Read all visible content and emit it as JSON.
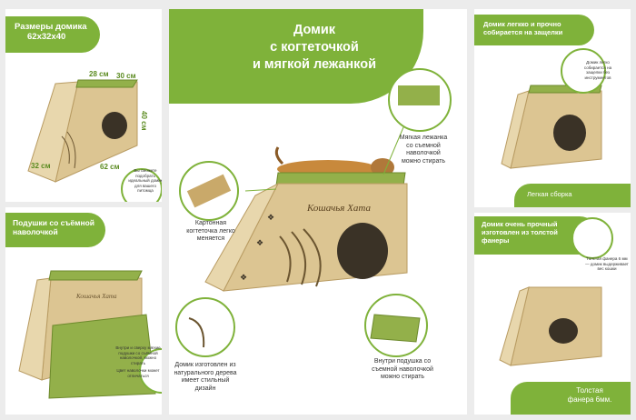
{
  "left_top": {
    "title_line1": "Размеры домика",
    "title_line2": "62х32х40",
    "dim_28": "28 см",
    "dim_30": "30 см",
    "dim_40": "40 см",
    "dim_32": "32 см",
    "dim_62": "62 см",
    "note": "Вы сможете подобрать идеальный домик для вашего питомца"
  },
  "left_bottom": {
    "title_line1": "Подушки со съёмной",
    "title_line2": "наволочкой",
    "note1": "Внутри и сверху мягкие подушки со съёмной наволочкой, можно стирать",
    "note2": "Цвет наволочки может отличаться"
  },
  "center": {
    "title_line1": "Домик",
    "title_line2": "с когтеточкой",
    "title_line3": "и мягкой лежанкой",
    "brand": "Кошачья Хата",
    "cap_scratch": "Картонная когтеточка легко меняется",
    "cap_pad": "Мягкая лежанка со съемной наволочкой можно стирать",
    "cap_wood": "Домик изготовлен из натурального дерева имеет стильный дизайн",
    "cap_pillow": "Внутри подушка со съемной наволочкой можно стирать"
  },
  "right_top": {
    "title_line1": "Домик легкко и прочно",
    "title_line2": "собирается на защелки",
    "note": "Домик легко собирается на защелки без инструментов",
    "footer": "Легкая сборка"
  },
  "right_bottom": {
    "title_line1": "Домик очень прочный",
    "title_line2": "изготовлен из толстой",
    "title_line3": "фанеры",
    "note": "Толстая фанера 6 мм — домик выдерживает вес кошки",
    "footer_line1": "Толстая",
    "footer_line2": "фанера 6мм."
  },
  "colors": {
    "accent": "#7fb23a",
    "wood": "#e8d7ad",
    "pad": "#93b04a"
  }
}
